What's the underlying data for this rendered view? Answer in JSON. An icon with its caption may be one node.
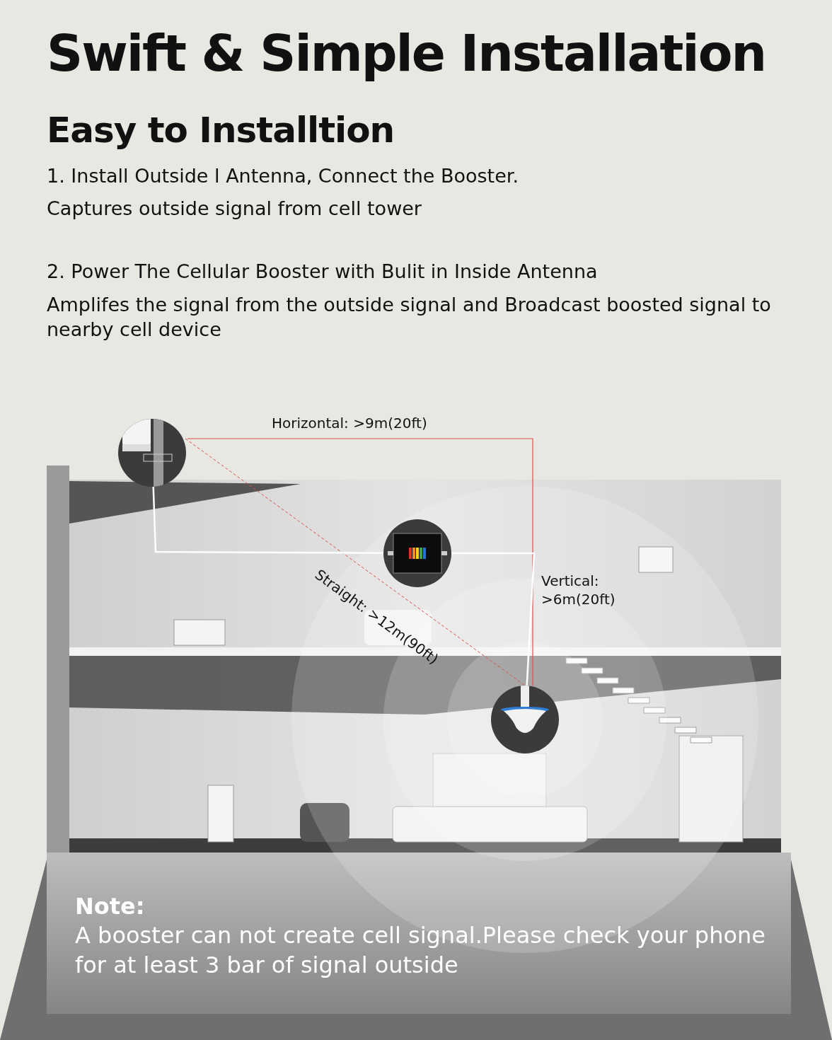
{
  "diagram": {
    "title": "Swift & Simple Installation",
    "nodes": [
      {
        "text": [],
        "shape": "picture"
      },
      {
        "text": [],
        "shape": "picture"
      },
      {
        "text": [],
        "shape": "picture"
      }
    ],
    "edges": [
      {
        "from": 0,
        "to": 1,
        "arrow": "none",
        "color": "#ffffff"
      },
      {
        "from": 1,
        "to": 2,
        "arrow": "none",
        "color": "#ffffff"
      }
    ],
    "labels": [
      "Easy to Installtion",
      "1. Install Outside l Antenna, Connect the Booster.",
      "Captures outside signal from cell tower",
      "2. Power The Cellular Booster with Bulit in Inside Antenna",
      "Amplifes the signal from the outside signal and Broadcast boosted signal to nearby cell device",
      "Horizontal: >9m(20ft)",
      "Straight: >12m(90ft)",
      "Vertical: >6m(20ft)",
      "Note:",
      "A booster can not create cell signal.Please check your phone for at least 3 bar of signal outside"
    ]
  }
}
